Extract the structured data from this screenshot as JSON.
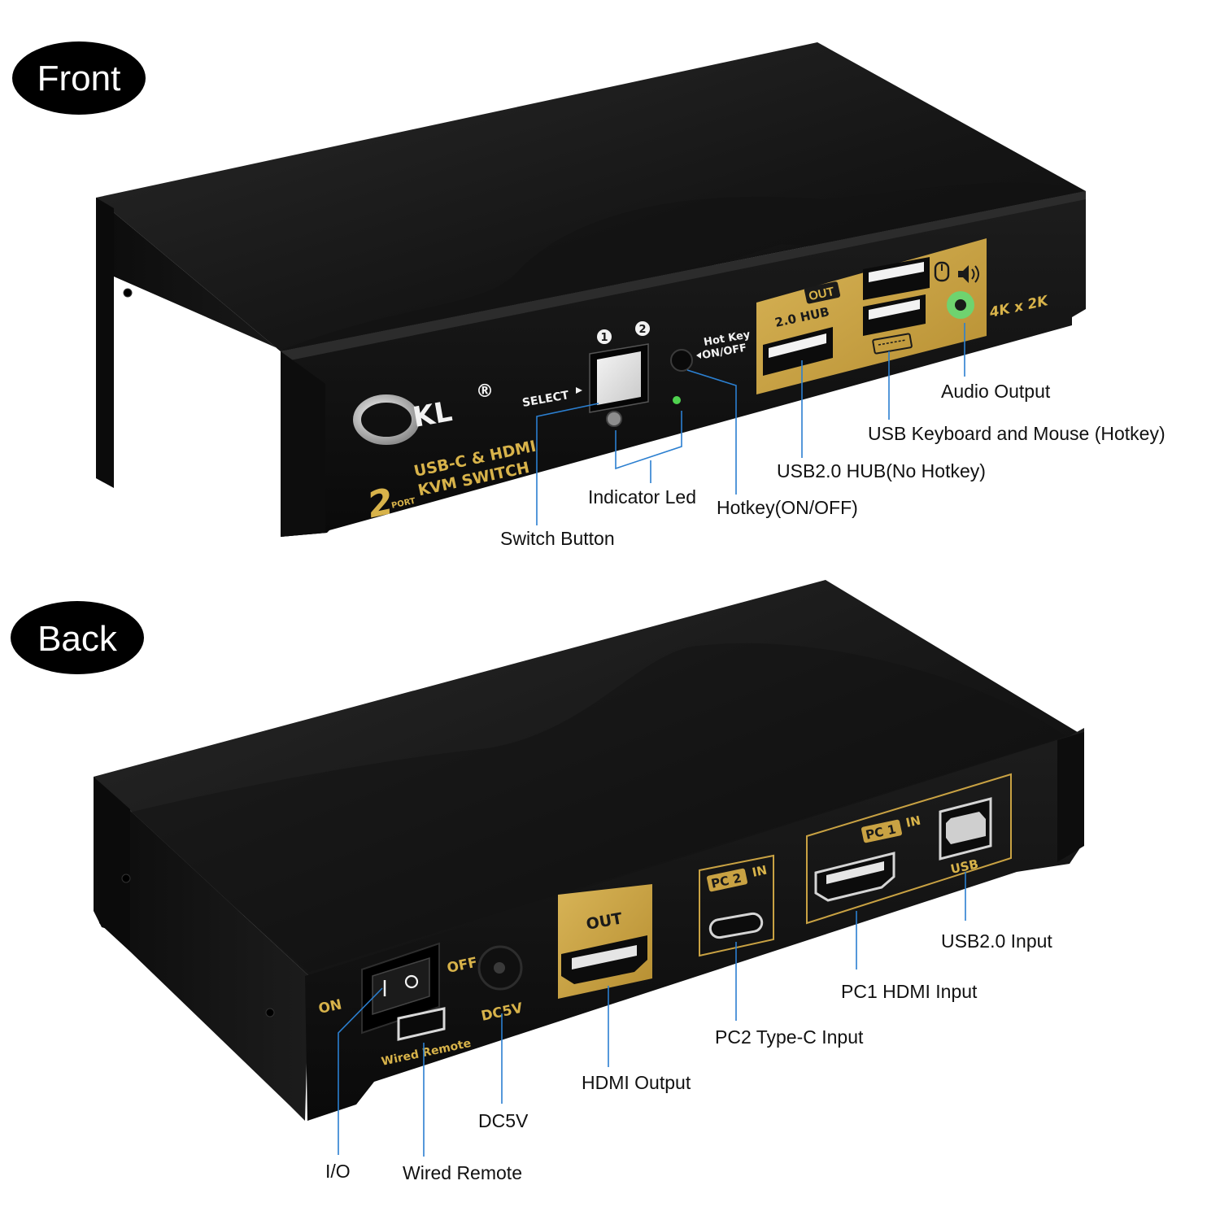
{
  "sections": {
    "front_label": "Front",
    "back_label": "Back"
  },
  "front": {
    "brand": "KL",
    "registered_mark": "®",
    "port_count": "2",
    "port_word": "PORT",
    "model_line1": "USB-C & HDMI",
    "model_line2": "KVM SWITCH",
    "select_label": "SELECT",
    "port1": "1",
    "port2": "2",
    "hotkey_label_line1": "Hot Key",
    "hotkey_label_line2": "ON/OFF",
    "out_badge": "OUT",
    "hub_label": "2.0 HUB",
    "resolution": "4K x 2K",
    "callouts": {
      "audio_output": "Audio Output",
      "usb_keyboard_mouse": "USB Keyboard and Mouse (Hotkey)",
      "usb_hub": "USB2.0 HUB(No Hotkey)",
      "indicator_led": "Indicator Led",
      "hotkey": "Hotkey(ON/OFF)",
      "switch_button": "Switch Button"
    }
  },
  "back": {
    "on_label": "ON",
    "off_label": "OFF",
    "dc_label": "DC5V",
    "wired_remote_label": "Wired Remote",
    "hdmi_out_label": "OUT",
    "pc2_badge": "PC 2",
    "pc2_in": "IN",
    "pc1_badge": "PC 1",
    "pc1_in": "IN",
    "usb_label": "USB",
    "callouts": {
      "usb_input": "USB2.0 Input",
      "pc1_hdmi": "PC1 HDMI Input",
      "pc2_typec": "PC2 Type-C Input",
      "hdmi_output": "HDMI Output",
      "dc5v": "DC5V",
      "io": "I/O",
      "wired_remote": "Wired Remote"
    }
  },
  "colors": {
    "panel_gold": "#c9a243",
    "label_gold": "#d8b34a",
    "body_black": "#111111",
    "leader_blue": "#2b7fd0",
    "led_green": "#4fd24f"
  }
}
